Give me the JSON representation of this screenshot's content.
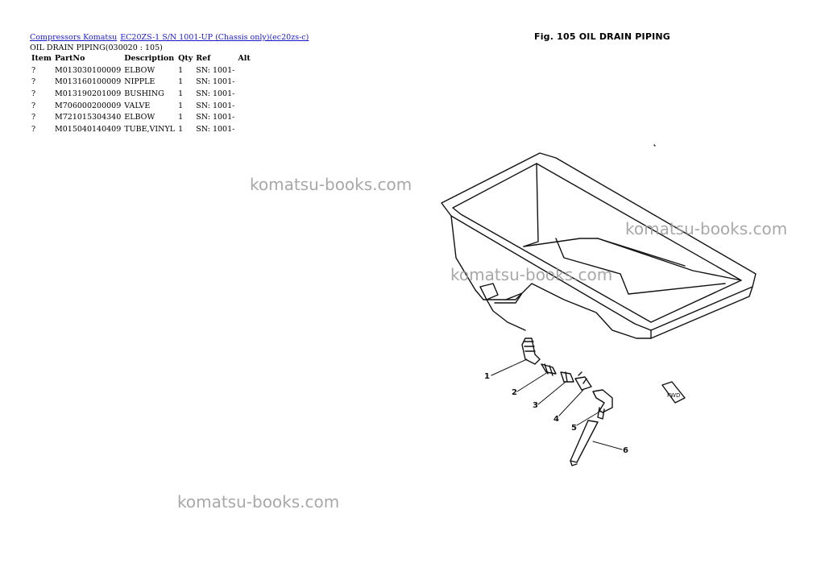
{
  "breadcrumb": {
    "link1": "Compressors Komatsu",
    "link2": "EC20ZS-1 S/N 1001-UP (Chassis only)(ec20zs-c)"
  },
  "subtitle": "OIL DRAIN PIPING(030020 : 105)",
  "table": {
    "headers": [
      "Item",
      "PartNo",
      "Description",
      "Qty",
      "Ref",
      "Alt"
    ],
    "rows": [
      [
        "?",
        "M013030100009",
        "ELBOW",
        "1",
        "SN: 1001-",
        ""
      ],
      [
        "?",
        "M013160100009",
        "NIPPLE",
        "1",
        "SN: 1001-",
        ""
      ],
      [
        "?",
        "M013190201009",
        "BUSHING",
        "1",
        "SN: 1001-",
        ""
      ],
      [
        "?",
        "M706000200009",
        "VALVE",
        "1",
        "SN: 1001-",
        ""
      ],
      [
        "?",
        "M721015304340",
        "ELBOW",
        "1",
        "SN: 1001-",
        ""
      ],
      [
        "?",
        "M015040140409",
        "TUBE,VINYL",
        "1",
        "SN: 1001-",
        ""
      ]
    ]
  },
  "figure": {
    "title": "Fig. 105  OIL DRAIN PIPING",
    "callouts": [
      "1",
      "2",
      "3",
      "4",
      "5",
      "6"
    ],
    "fwd_label": "FWD"
  },
  "watermark": "komatsu-books.com"
}
